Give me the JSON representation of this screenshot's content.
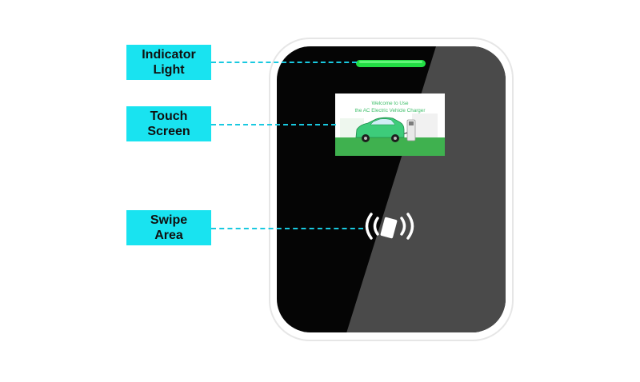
{
  "callouts": [
    {
      "id": "indicator-light",
      "lines": [
        "Indicator",
        "Light"
      ]
    },
    {
      "id": "touch-screen",
      "lines": [
        "Touch",
        "Screen"
      ]
    },
    {
      "id": "swipe-area",
      "lines": [
        "Swipe",
        "Area"
      ]
    }
  ],
  "screen": {
    "welcome_line1": "Welcome to Use",
    "welcome_line2": "the AC Electric Vehicle Charger"
  },
  "colors": {
    "callout_bg": "#19e3f0",
    "leader_line": "#19c9e0",
    "indicator": "#22dd44",
    "panel": "#000000",
    "panel_sheen": "#4a4a4a",
    "screen_green": "#3fbf6a"
  },
  "icons": {
    "swipe": "nfc-card-icon"
  }
}
